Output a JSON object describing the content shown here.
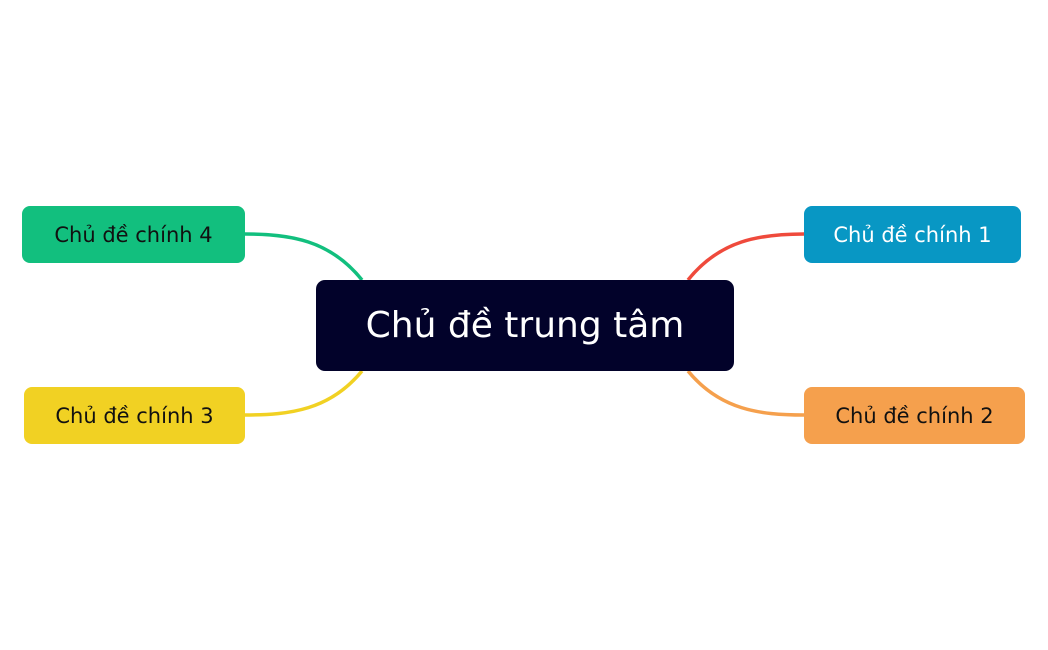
{
  "diagram": {
    "type": "mind-map",
    "central_topic": {
      "label": "Chủ đề trung tâm",
      "color": "#02022a",
      "text_color": "#ffffff"
    },
    "main_topics": [
      {
        "id": "n1",
        "label": "Chủ đề chính 1",
        "fill": "#0897c4",
        "text_color": "#ffffff",
        "connector_color": "#ef4a3c",
        "side": "right"
      },
      {
        "id": "n2",
        "label": "Chủ đề chính 2",
        "fill": "#f5a04d",
        "text_color": "#111111",
        "connector_color": "#f5a04d",
        "side": "right"
      },
      {
        "id": "n3",
        "label": "Chủ đề chính 3",
        "fill": "#f1d123",
        "text_color": "#111111",
        "connector_color": "#f1d123",
        "side": "left"
      },
      {
        "id": "n4",
        "label": "Chủ đề chính 4",
        "fill": "#12bf7e",
        "text_color": "#111111",
        "connector_color": "#12bf7e",
        "side": "left"
      }
    ]
  }
}
